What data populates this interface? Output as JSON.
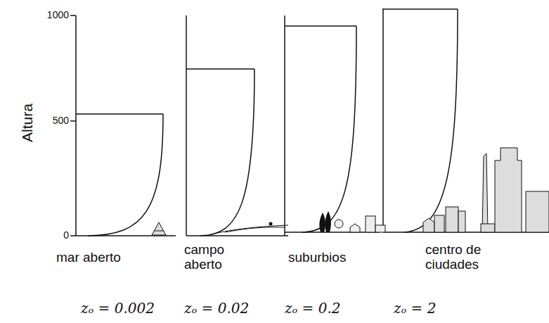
{
  "diagram": {
    "labels": [
      "1000",
      "500",
      "0",
      "Altura",
      "mar aberto",
      "campo aberto",
      "suburbios",
      "centro de ciudades",
      "zₒ = 0.002",
      "zₒ = 0.02",
      "zₒ = 0.2",
      "zₒ = 2"
    ]
  }
}
